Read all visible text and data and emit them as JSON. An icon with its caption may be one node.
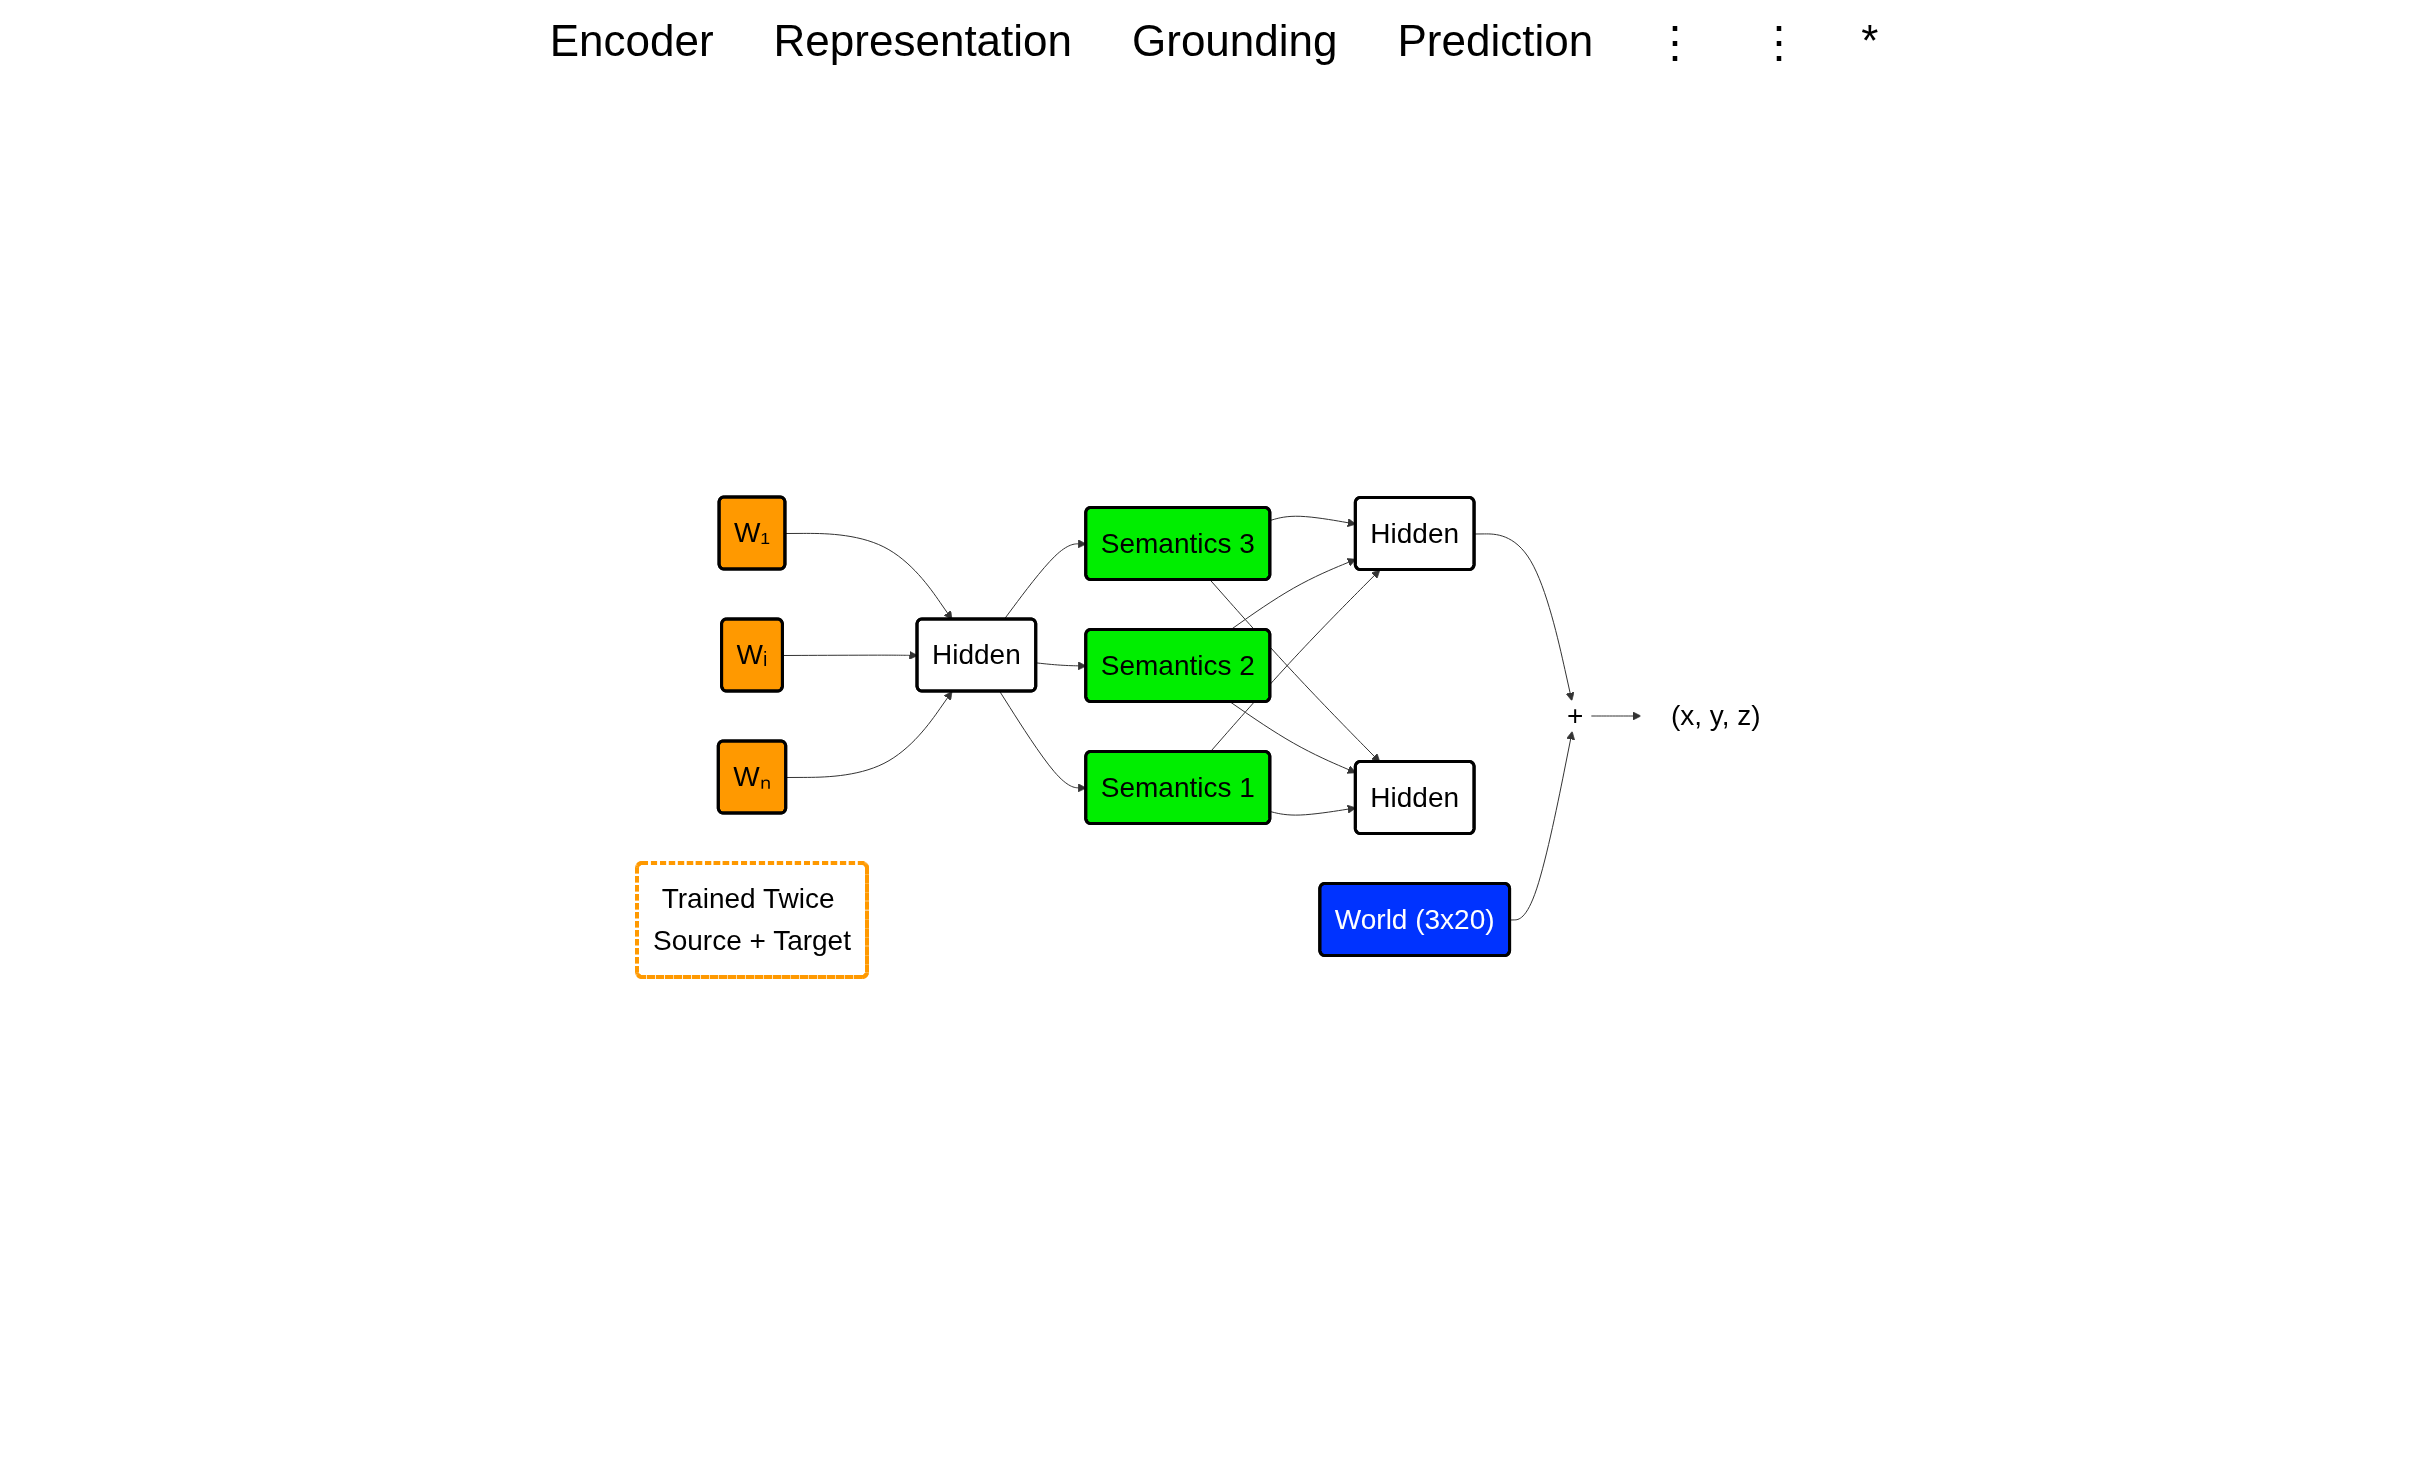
{
  "diagram": {
    "nodes": [
      {
        "text": [
          "W₁"
        ]
      },
      {
        "text": [
          "Wᵢ"
        ]
      },
      {
        "text": [
          "Wₙ"
        ]
      },
      {
        "text": [
          "Hidden"
        ]
      },
      {
        "text": [
          "Semantics 3"
        ]
      },
      {
        "text": [
          "Semantics 2"
        ]
      },
      {
        "text": [
          "Semantics 1"
        ]
      },
      {
        "text": [
          "Hidden"
        ]
      },
      {
        "text": [
          "Hidden"
        ]
      },
      {
        "text": [
          "World (3x20)"
        ]
      },
      {
        "text": [
          "+"
        ]
      },
      {
        "text": [
          "(x, y, z)"
        ]
      },
      {
        "text": [
          "Trained Twice Source + Target"
        ]
      }
    ],
    "edges": [
      {
        "from": 0,
        "to": 3,
        "arrow": "to"
      },
      {
        "from": 1,
        "to": 3,
        "arrow": "to"
      },
      {
        "from": 2,
        "to": 3,
        "arrow": "to"
      },
      {
        "from": 3,
        "to": 4,
        "arrow": "to"
      },
      {
        "from": 3,
        "to": 5,
        "arrow": "to"
      },
      {
        "from": 3,
        "to": 6,
        "arrow": "to"
      },
      {
        "from": 4,
        "to": 7,
        "arrow": "to"
      },
      {
        "from": 4,
        "to": 8,
        "arrow": "to"
      },
      {
        "from": 5,
        "to": 7,
        "arrow": "to"
      },
      {
        "from": 5,
        "to": 8,
        "arrow": "to"
      },
      {
        "from": 6,
        "to": 7,
        "arrow": "to"
      },
      {
        "from": 6,
        "to": 8,
        "arrow": "to"
      },
      {
        "from": 7,
        "to": 10,
        "arrow": "to"
      },
      {
        "from": 9,
        "to": 10,
        "arrow": "to"
      },
      {
        "from": 10,
        "to": 11,
        "arrow": "to"
      }
    ],
    "labels": [
      "Encoder",
      "Representation",
      "Grounding",
      "Prediction",
      "⋮",
      "⋮",
      "*"
    ]
  }
}
